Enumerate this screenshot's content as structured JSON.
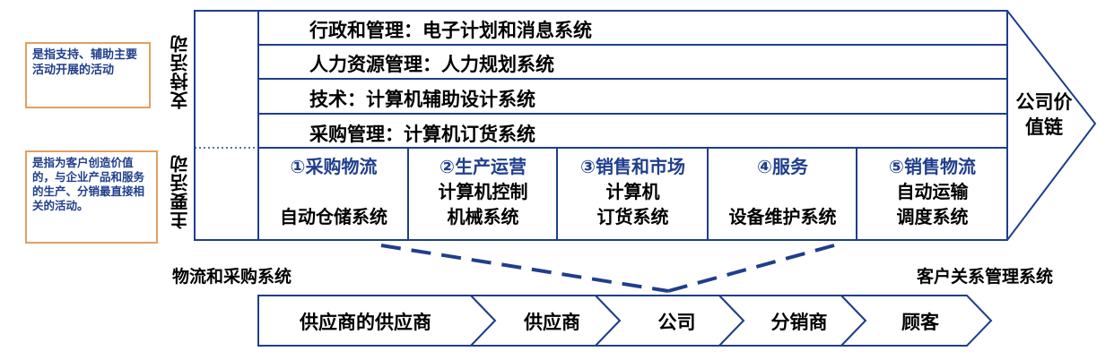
{
  "notes": {
    "support_note": "是指支持、辅助主要活动开展的活动",
    "primary_note": "是指为客户创造价值的，与企业产品和服务的生产、分销最直接相关的活动。"
  },
  "labels": {
    "support": "支持活动",
    "primary": "主要活动",
    "value_chain": "公司价值链"
  },
  "support_activities": [
    "行政和管理：电子计划和消息系统",
    "人力资源管理：人力规划系统",
    "技术：计算机辅助设计系统",
    "采购管理：计算机订货系统"
  ],
  "primary_activities": [
    {
      "title": "①采购物流",
      "line1": "",
      "line2": "自动仓储系统"
    },
    {
      "title": "②生产运营",
      "line1": "计算机控制",
      "line2": "机械系统"
    },
    {
      "title": "③销售和市场",
      "line1": "计算机",
      "line2": "订货系统"
    },
    {
      "title": "④服务",
      "line1": "",
      "line2": "设备维护系统"
    },
    {
      "title": "⑤销售物流",
      "line1": "自动运输",
      "line2": "调度系统"
    }
  ],
  "captions": {
    "left": "物流和采购系统",
    "right": "客户关系管理系统"
  },
  "supply_chain": [
    "供应商的供应商",
    "供应商",
    "公司",
    "分销商",
    "顾客"
  ],
  "colors": {
    "frame": "#1f3e8c",
    "note_border": "#e0a060"
  }
}
